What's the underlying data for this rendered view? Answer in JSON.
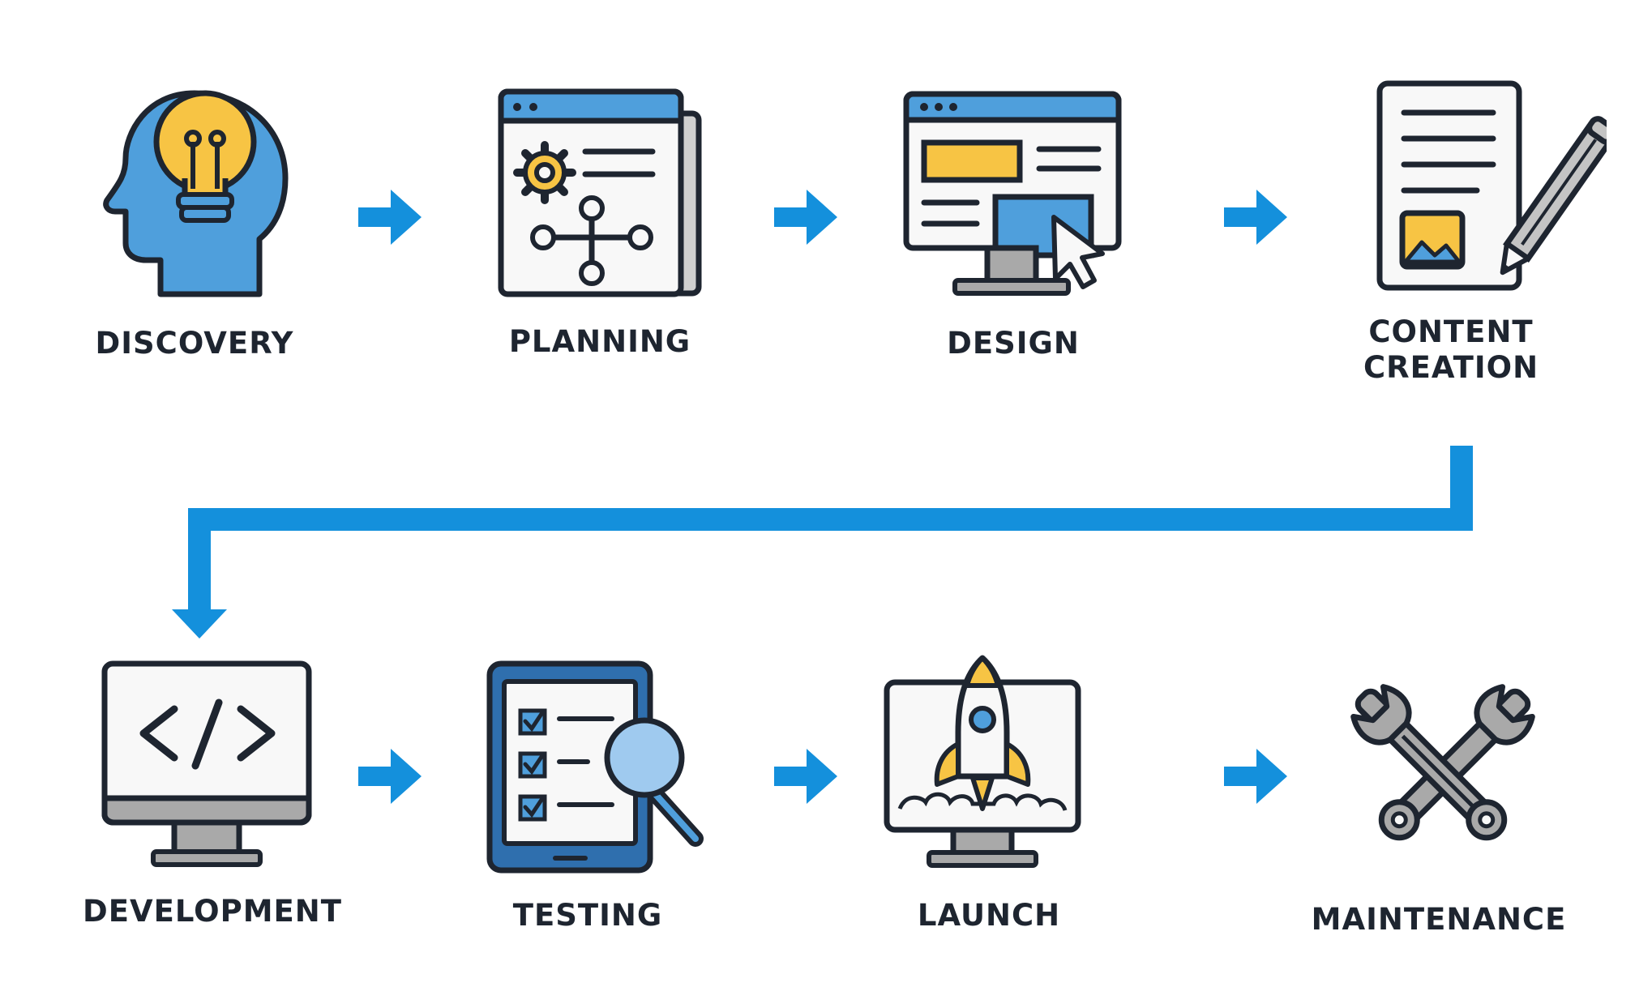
{
  "diagram": {
    "steps_row1": [
      {
        "label": "DISCOVERY",
        "icon": "head-lightbulb-icon"
      },
      {
        "label": "PLANNING",
        "icon": "planning-window-gear-icon"
      },
      {
        "label": "DESIGN",
        "icon": "design-monitor-cursor-icon"
      },
      {
        "label_line1": "CONTENT",
        "label_line2": "CREATION",
        "icon": "document-pencil-icon"
      }
    ],
    "steps_row2": [
      {
        "label": "DEVELOPMENT",
        "icon": "code-monitor-icon"
      },
      {
        "label": "TESTING",
        "icon": "tablet-checklist-magnifier-icon"
      },
      {
        "label": "LAUNCH",
        "icon": "monitor-rocket-icon"
      },
      {
        "label": "MAINTENANCE",
        "icon": "crossed-wrenches-icon"
      }
    ],
    "colors": {
      "arrow": "#1490dc",
      "outline": "#1e2530",
      "blue": "#4f9fdc",
      "yellow": "#f7c444",
      "gray": "#a9a9a9",
      "light_gray": "#f2f2f2"
    }
  }
}
